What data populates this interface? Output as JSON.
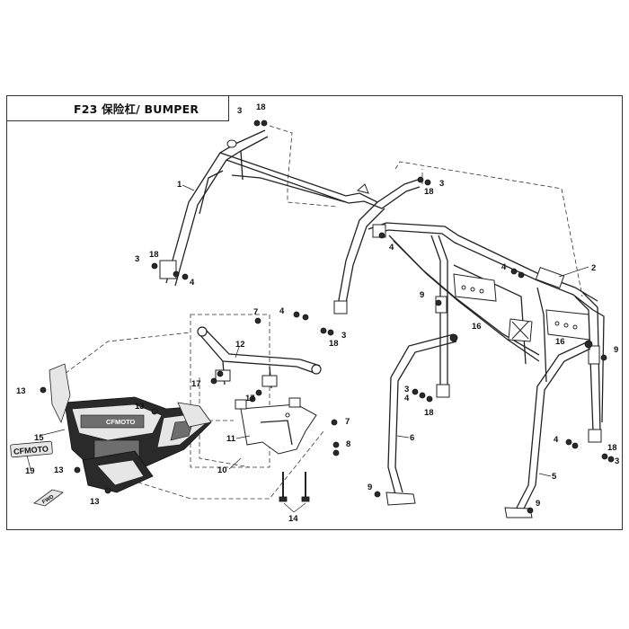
{
  "title": "F23 保险杠/ BUMPER",
  "callouts": [
    "1",
    "2",
    "3",
    "4",
    "5",
    "6",
    "7",
    "8",
    "9",
    "10",
    "11",
    "12",
    "13",
    "14",
    "15",
    "16",
    "17",
    "18",
    "19"
  ],
  "logo_text": "CFMOTO",
  "badge_text": "FWD"
}
